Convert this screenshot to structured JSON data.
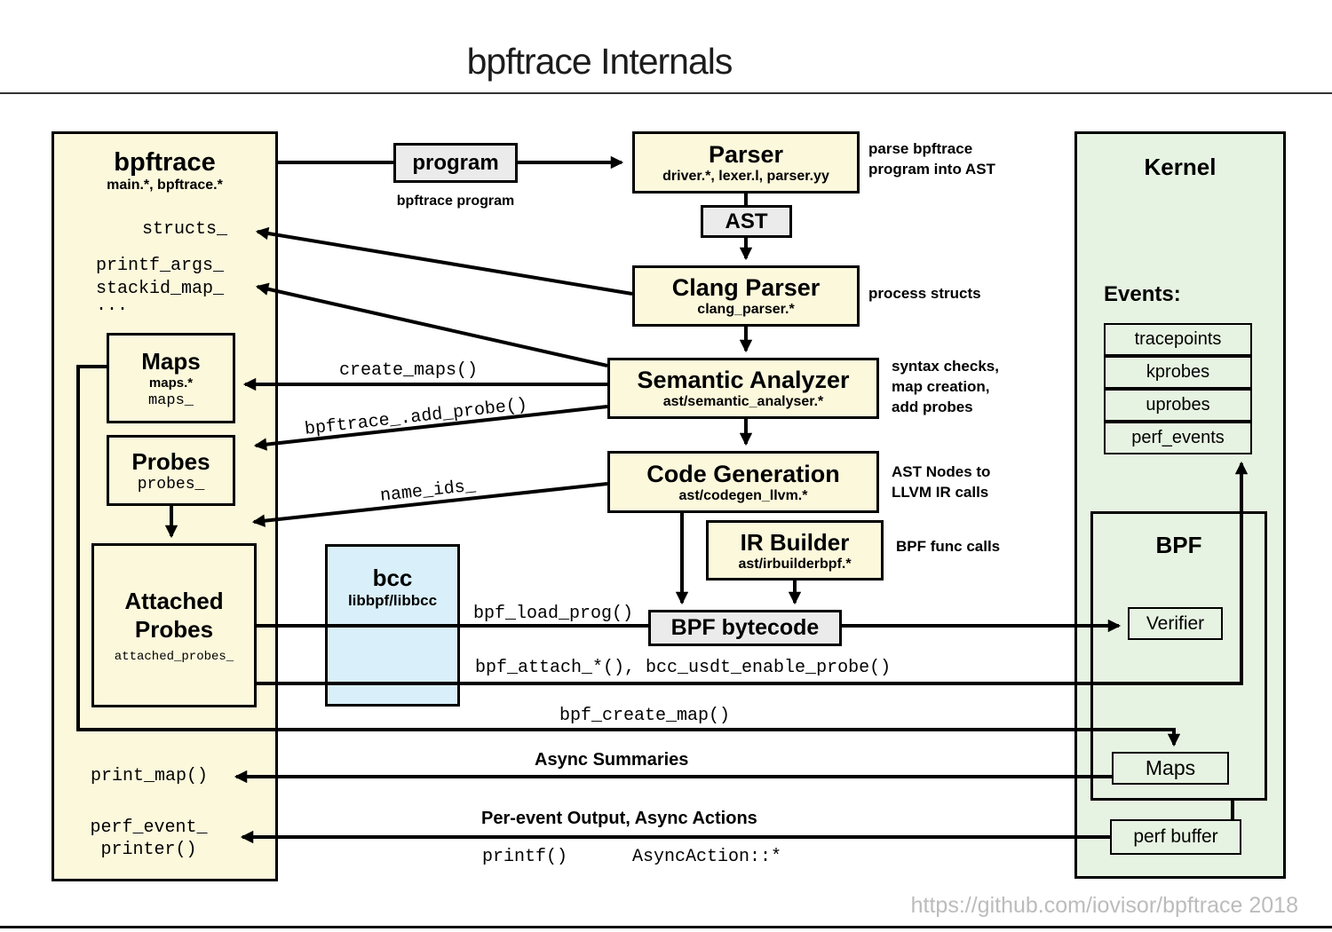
{
  "title": "bpftrace Internals",
  "watermark": "https://github.com/iovisor/bpftrace 2018",
  "palette": {
    "module_yellow": "#FCF8DC",
    "artifact_gray": "#EBEBEB",
    "kernel_green": "#E7F3E2",
    "bcc_blue": "#D9EFFA",
    "line_black": "#000000"
  },
  "bpftrace": {
    "title": "bpftrace",
    "files": "main.*, bpftrace.*",
    "members": {
      "structs": "structs_",
      "printf_args": "printf_args_",
      "stackid_map": "stackid_map_",
      "ellipsis": "..."
    },
    "maps": {
      "title": "Maps",
      "files": "maps.*",
      "member": "maps_"
    },
    "probes": {
      "title": "Probes",
      "member": "probes_"
    },
    "attached_probes": {
      "line1": "Attached",
      "line2": "Probes",
      "member": "attached_probes_"
    }
  },
  "pipeline": {
    "program": {
      "label": "program",
      "caption": "bpftrace program"
    },
    "parser": {
      "title": "Parser",
      "files": "driver.*, lexer.l, parser.yy",
      "note1": "parse bpftrace",
      "note2": "program into AST"
    },
    "ast": {
      "label": "AST"
    },
    "clang_parser": {
      "title": "Clang Parser",
      "files": "clang_parser.*",
      "note": "process structs"
    },
    "semantic_analyzer": {
      "title": "Semantic Analyzer",
      "files": "ast/semantic_analyser.*",
      "note1": "syntax checks,",
      "note2": "map creation,",
      "note3": "add probes"
    },
    "code_generation": {
      "title": "Code Generation",
      "files": "ast/codegen_llvm.*",
      "note1": "AST Nodes to",
      "note2": "LLVM IR calls"
    },
    "ir_builder": {
      "title": "IR Builder",
      "files": "ast/irbuilderbpf.*",
      "note": "BPF func calls"
    },
    "bcc": {
      "title": "bcc",
      "files": "libbpf/libbcc"
    },
    "bpf_bytecode": {
      "label": "BPF bytecode"
    }
  },
  "kernel": {
    "title": "Kernel",
    "events_label": "Events:",
    "events": [
      "tracepoints",
      "kprobes",
      "uprobes",
      "perf_events"
    ],
    "bpf": {
      "title": "BPF",
      "verifier": "Verifier",
      "maps": "Maps"
    },
    "perf_buffer": "perf buffer"
  },
  "edges": {
    "create_maps": "create_maps()",
    "add_probe": "bpftrace_.add_probe()",
    "name_ids": "name_ids_",
    "bpf_load_prog": "bpf_load_prog()",
    "bpf_attach": "bpf_attach_*(), bcc_usdt_enable_probe()",
    "bpf_create_map": "bpf_create_map()",
    "async_summaries": "Async Summaries",
    "print_map": "print_map()",
    "per_event": "Per-event Output, Async Actions",
    "printf": "printf()",
    "async_action": "AsyncAction::*",
    "perf_event_printer1": "perf_event_",
    "perf_event_printer2": "printer()"
  }
}
